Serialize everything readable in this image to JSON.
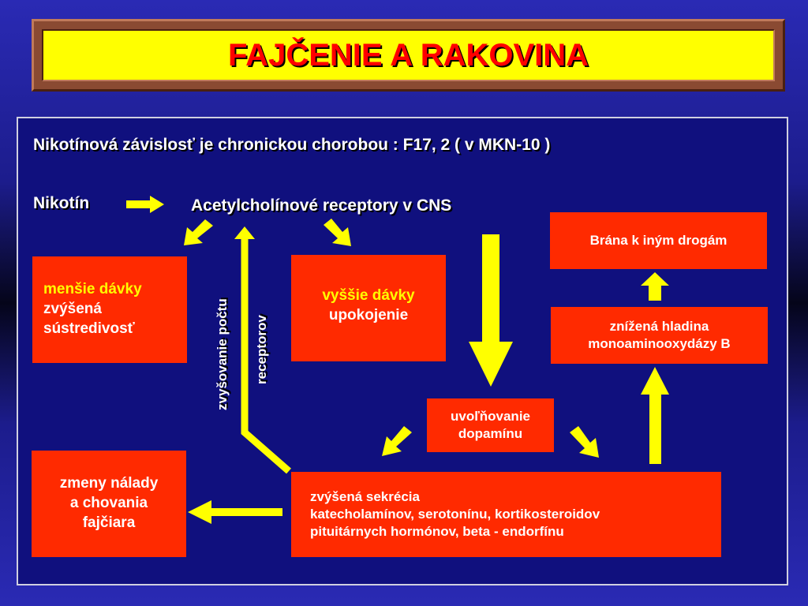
{
  "title": "FAJČENIE A RAKOVINA",
  "subtitle": "Nikotínová závislosť je chronickou chorobou : F17, 2 ( v MKN-10 )",
  "nikotin": "Nikotín",
  "receptors": "Acetylcholínové receptory v CNS",
  "boxes": {
    "lower_doses": [
      "menšie dávky",
      "zvýšená",
      "sústredivosť"
    ],
    "higher_doses": [
      "vyššie dávky",
      "upokojenie"
    ],
    "gateway": "Brána k iným drogám",
    "mao": [
      "znížená hladina",
      "monoaminooxydázy B"
    ],
    "dopamine": [
      "uvoľňovanie",
      "dopamínu"
    ],
    "mood": [
      "zmeny nálady",
      "a chovania",
      "fajčiara"
    ],
    "secretion": [
      "zvýšená sekrécia",
      "katecholamínov, serotonínu, kortikosteroidov",
      "pituitárnych hormónov, beta - endorfínu"
    ]
  },
  "vertical_labels": [
    "zvyšovanie počtu",
    "receptorov"
  ],
  "colors": {
    "box_fill": "#ff2a00",
    "arrow": "#ffff00",
    "highlight_text": "#ffff00",
    "title_text": "#ff0000",
    "title_bg": "#ffff00"
  }
}
